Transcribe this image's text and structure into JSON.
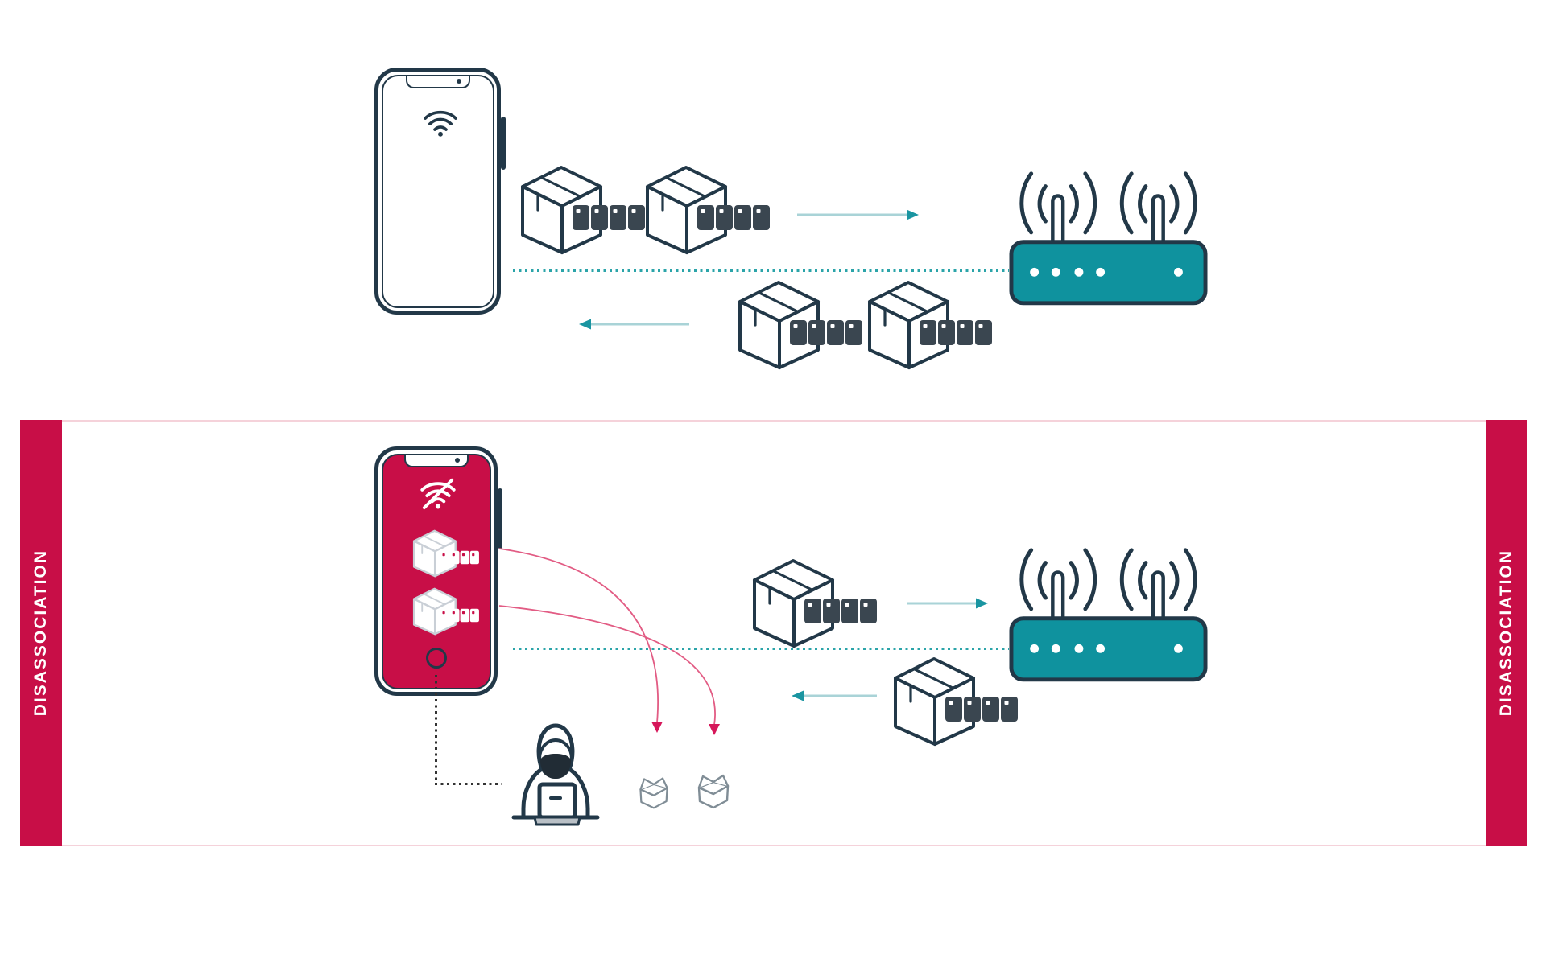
{
  "diagram": {
    "attack_label_left": "DISASSOCIATION",
    "attack_label_right": "DISASSOCIATION",
    "top_panel": {
      "name": "normal-wifi-association",
      "elements": [
        "smartphone-with-wifi",
        "data-packet x2 uplink",
        "right-arrow",
        "dotted-wireless-link",
        "data-packet x2 downlink",
        "left-arrow",
        "wireless-router"
      ]
    },
    "bottom_panel": {
      "name": "disassociation-attack",
      "elements": [
        "smartphone-disconnected",
        "wifi-slash",
        "white-packet x2 on screen",
        "tracking-circle",
        "dotted-tap-line",
        "hacker-with-laptop",
        "red-intercept-arrow x2",
        "empty-packet-box x2",
        "data-packet uplink",
        "right-arrow",
        "dotted-wireless-link",
        "data-packet downlink",
        "left-arrow",
        "wireless-router"
      ]
    },
    "icons": [
      "wifi-icon",
      "wifi-slash-icon",
      "smartphone-icon",
      "router-icon",
      "packet-box-icon",
      "hacker-icon",
      "empty-box-icon",
      "arrow-right-icon",
      "arrow-left-icon"
    ],
    "colors": {
      "outline_navy": "#223848",
      "crimson": "#c80e47",
      "router_teal": "#0f929e",
      "dotted_teal": "#2ba4a9",
      "arrow_line_teal": "#a9d3d7",
      "arrow_head_teal": "#1a95a1",
      "red_curve": "#e25c84",
      "red_arrow_head": "#d6175a",
      "panel_border_pink": "#f5d2da",
      "packet_square": "#3a4650",
      "empty_box_gray": "#808d96"
    }
  }
}
